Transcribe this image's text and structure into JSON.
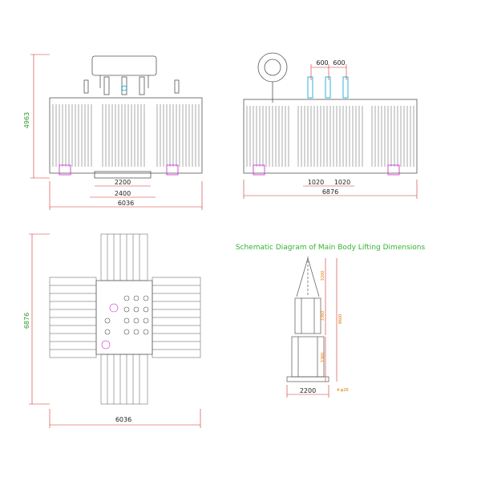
{
  "front_view": {
    "height_label": "4963",
    "dim_inner": "2200",
    "dim_mid": "2400",
    "dim_total": "6036"
  },
  "side_view": {
    "dim_top_left": "600",
    "dim_top_right": "600",
    "dim_bottom_left": "1020",
    "dim_bottom_right": "1020",
    "dim_total": "6876"
  },
  "top_view": {
    "height_label": "6876",
    "dim_total": "6036"
  },
  "lifting": {
    "title": "Schematic Diagram of Main Body Lifting Dimensions",
    "dim_upper": "3200",
    "dim_mid": "3360",
    "dim_right": "9600",
    "dim_lower": "3360",
    "dim_width": "2200",
    "dim_small": "4-φ26"
  },
  "colors": {
    "line": "#555555",
    "dim": "#d03030",
    "green": "#2a9a2a",
    "cyan": "#00a0d0",
    "magenta": "#d020d0"
  }
}
